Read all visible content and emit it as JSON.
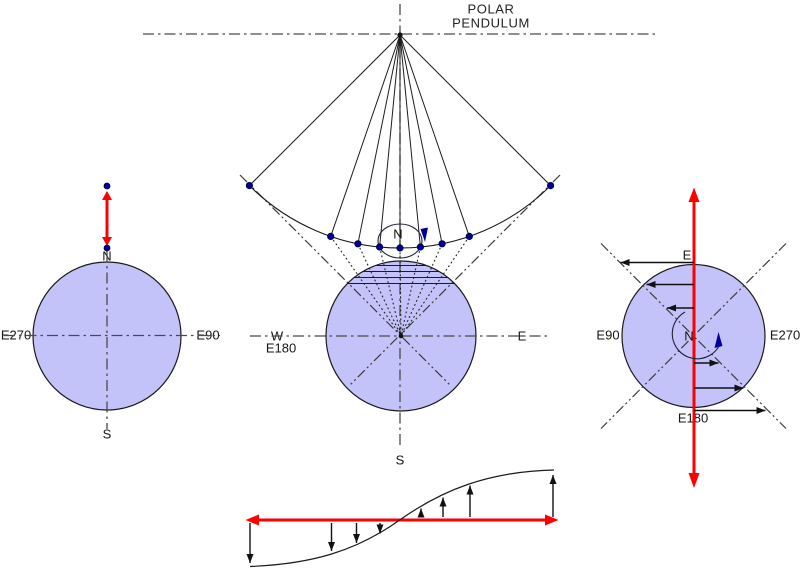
{
  "title": {
    "line1": "POLAR",
    "line2": "PENDULUM"
  },
  "left_diagram": {
    "north_pole": "N",
    "south_pole": "S",
    "meridian_left": "E270",
    "meridian_right": "E90"
  },
  "center_diagram": {
    "north_pole": "N",
    "south_pole": "S",
    "west": "W",
    "east": "E",
    "meridian_under_west": "E180"
  },
  "right_diagram": {
    "east_top": "E",
    "meridian_left": "E90",
    "meridian_right": "E270",
    "meridian_bottom": "E180",
    "north_center": "N"
  },
  "colors": {
    "globe_fill": "#c3c3fa",
    "accent_red": "#ff0000",
    "marker_navy": "#000099",
    "line_dark": "#1c1c1c",
    "centerline_gray": "#4a4a4a"
  }
}
